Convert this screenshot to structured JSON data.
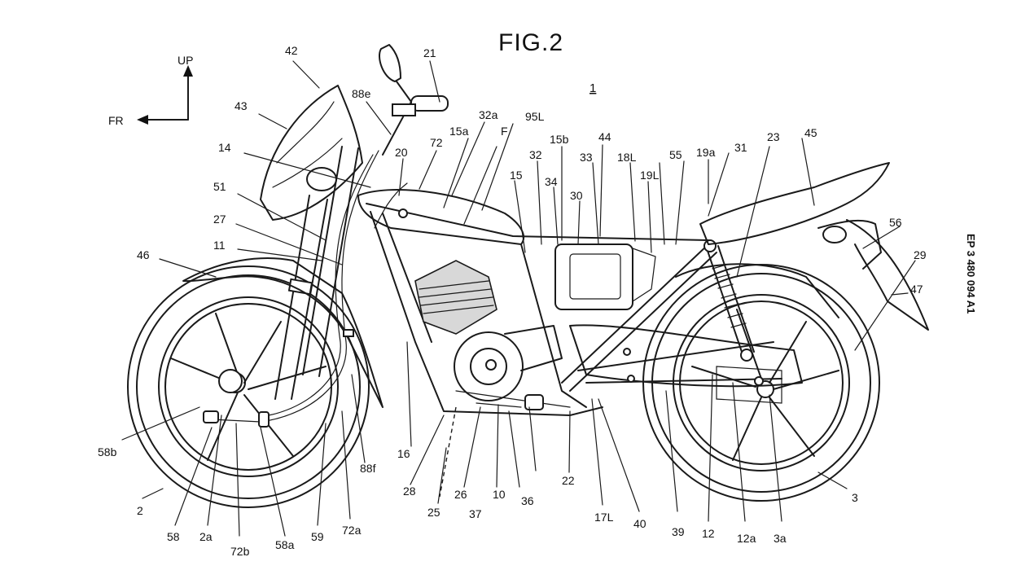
{
  "figure": {
    "title": "FIG.2",
    "reference_numeral": "1",
    "publication_number": "EP 3 480 094 A1"
  },
  "orientation": {
    "up_label": "UP",
    "front_label": "FR"
  },
  "labels": [
    "42",
    "21",
    "88e",
    "43",
    "32a",
    "95L",
    "15a",
    "F",
    "15b",
    "44",
    "72",
    "14",
    "20",
    "32",
    "33",
    "18L",
    "55",
    "19a",
    "31",
    "23",
    "45",
    "15",
    "34",
    "30",
    "19L",
    "51",
    "27",
    "56",
    "11",
    "29",
    "46",
    "47",
    "58b",
    "16",
    "88f",
    "28",
    "26",
    "37",
    "10",
    "36",
    "22",
    "17L",
    "40",
    "39",
    "12",
    "12a",
    "3a",
    "3",
    "2",
    "25",
    "58",
    "2a",
    "72b",
    "58a",
    "59",
    "72a"
  ]
}
